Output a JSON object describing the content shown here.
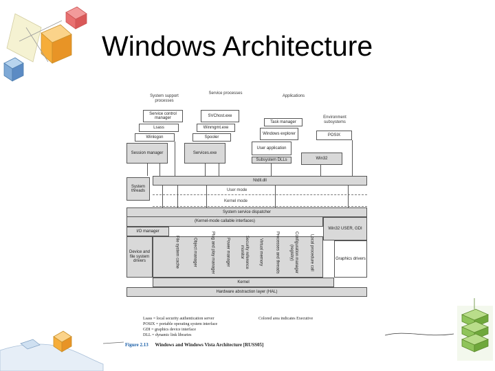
{
  "slide": {
    "title": "Windows Architecture"
  },
  "diagram": {
    "groups": {
      "system_support": "System support processes",
      "service_processes": "Service processes",
      "applications": "Applications",
      "environment_subsystems": "Environment subsystems"
    },
    "boxes": {
      "service_control_manager": "Service control manager",
      "lsass": "Lsass",
      "winlogon": "Winlogon",
      "session_manager": "Session manager",
      "svchost": "SVChost.exe",
      "winmgmt": "Winmgmt.exe",
      "spooler": "Spooler",
      "services": "Services.exe",
      "task_manager": "Task manager",
      "windows_explorer": "Windows explorer",
      "user_application": "User application",
      "subsystem_dlls": "Subsystem DLLs",
      "posix": "POSIX",
      "win32": "Win32",
      "system_threads": "System threads",
      "ntdll": "Ntdll.dll",
      "system_service_dispatcher": "System service dispatcher",
      "kernel_mode_callable": "(Kernel-mode callable interfaces)",
      "io_manager": "I/O manager",
      "device_drivers": "Device and file system drivers",
      "win32_user_gdi": "Win32 USER, GDI",
      "graphics_drivers": "Graphics drivers",
      "kernel": "Kernel",
      "hal": "Hardware abstraction layer (HAL)"
    },
    "modes": {
      "user": "User mode",
      "kernel": "Kernel mode"
    },
    "executive_components": [
      "File system cache",
      "Object manager",
      "Plug and play manager",
      "Power manager",
      "Security reference monitor",
      "Virtual memory",
      "Processes and threads",
      "Configuration manager (registry)",
      "Local procedure call"
    ],
    "legend": {
      "lsass": "Lsass = local security authentication server",
      "posix": "POSIX = portable operating system interface",
      "gdi": "GDI = graphics device interface",
      "dll": "DLL = dynamic link libraries",
      "note": "Colored area indicates Executive"
    },
    "caption": {
      "label": "Figure 2.13",
      "text": "Windows and Windows Vista Architecture [RUSS05]"
    }
  }
}
